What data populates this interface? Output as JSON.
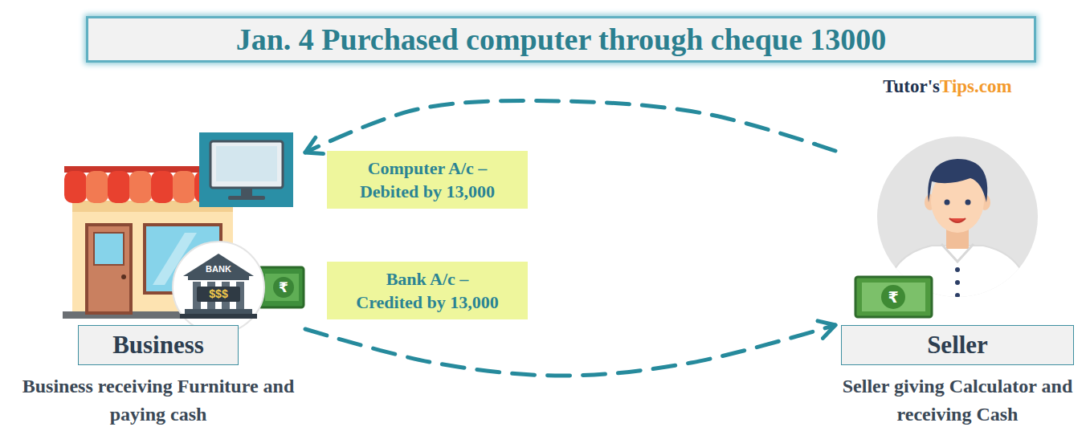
{
  "diagram": {
    "title": "Jan. 4 Purchased computer through cheque 13000",
    "nodes": [
      {
        "text": [
          "Computer A/c – Debited by 13,000"
        ]
      },
      {
        "text": [
          "Bank A/c – Credited by 13,000"
        ]
      },
      {
        "text": [
          "Business",
          "Business receiving Furniture and paying cash"
        ]
      },
      {
        "text": [
          "Seller",
          "Seller giving Calculator and receiving Cash"
        ]
      }
    ],
    "edges": [
      {
        "from": 3,
        "to": 2,
        "arrow": "to"
      },
      {
        "from": 2,
        "to": 3,
        "arrow": "to"
      }
    ],
    "labels": [
      "Tutor's",
      "Tips.com",
      "BANK",
      "$$$",
      "₹",
      "₹"
    ]
  }
}
